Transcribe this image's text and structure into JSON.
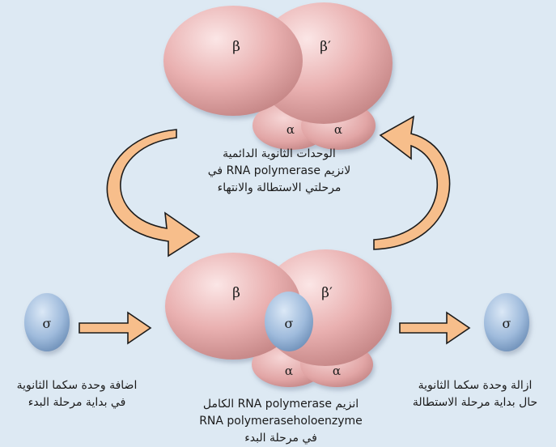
{
  "subunits": {
    "beta": "β",
    "beta_prime": "β′",
    "alpha": "α",
    "sigma": "σ"
  },
  "captions": {
    "core_enzyme": [
      "الوحدات الثانوية الدائمية",
      "لانزيم RNA polymerase في",
      "مرحلتي الاستطالة والانتهاء"
    ],
    "sigma_addition": [
      "اضافة وحدة سكما الثانوية",
      "في بداية مرحلة البدء"
    ],
    "holoenzyme": [
      "انزيم RNA polymerase الكامل",
      "RNA polymeraseholoenzyme",
      "في مرحلة البدء"
    ],
    "sigma_removal": [
      "ازالة وحدة سكما الثانوية",
      "حال بداية مرحلة الاستطالة"
    ]
  },
  "colors": {
    "background": "#dde9f3",
    "enzyme": "#eab4b4",
    "sigma": "#9ab8da",
    "arrow": "#f7be8b",
    "arrow_outline": "#1b1b1b"
  }
}
